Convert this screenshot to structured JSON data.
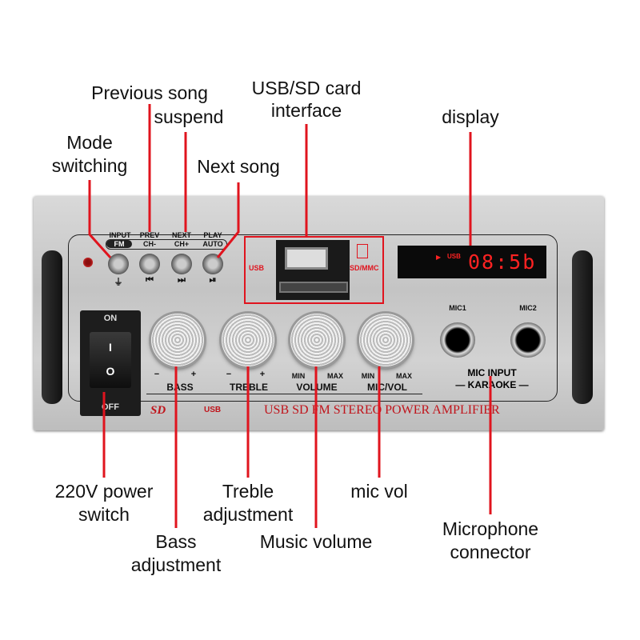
{
  "panel": {
    "buttons": [
      {
        "top": "INPUT",
        "sub": "FM",
        "icon": "input-plug-icon",
        "glyph": "⏚"
      },
      {
        "top": "PREV",
        "sub": "CH-",
        "icon": "previous-icon",
        "glyph": "⏮"
      },
      {
        "top": "NEXT",
        "sub": "CH+",
        "icon": "next-icon",
        "glyph": "⏭"
      },
      {
        "top": "PLAY",
        "sub": "AUTO",
        "icon": "play-pause-icon",
        "glyph": "⏯"
      }
    ],
    "usb_label": "USB",
    "sd_label": "SD/MMC",
    "display": {
      "mode": "USB",
      "time": "08:5b",
      "play_glyph": "▶"
    },
    "power": {
      "on": "ON",
      "off": "OFF",
      "i": "I",
      "o": "O"
    },
    "knobs": [
      {
        "label": "BASS",
        "min": "−",
        "max": "+"
      },
      {
        "label": "TREBLE",
        "min": "−",
        "max": "+"
      },
      {
        "label": "VOLUME",
        "min": "MIN",
        "max": "MAX"
      },
      {
        "label": "MIC/VOL",
        "min": "MIN",
        "max": "MAX"
      }
    ],
    "mic1": "MIC1",
    "mic2": "MIC2",
    "mic_input": "MIC INPUT",
    "karaoke": "— KARAOKE —",
    "brand_line": "USB SD FM STEREO POWER AMPLIFIER",
    "sd_logo": "SD",
    "usb_logo": "USB"
  },
  "annotations": {
    "previous_song": "Previous song",
    "suspend": "suspend",
    "usb_sd_1": "USB/SD card",
    "usb_sd_2": "interface",
    "display": "display",
    "mode_1": "Mode",
    "mode_2": "switching",
    "next_song": "Next song",
    "power_1": "220V power",
    "power_2": "switch",
    "bass_1": "Bass",
    "bass_2": "adjustment",
    "treble_1": "Treble",
    "treble_2": "adjustment",
    "music_volume": "Music volume",
    "mic_vol": "mic vol",
    "mic_1": "Microphone",
    "mic_2": "connector"
  },
  "colors": {
    "accent": "#e0141e",
    "led": "#ff2a2a"
  }
}
